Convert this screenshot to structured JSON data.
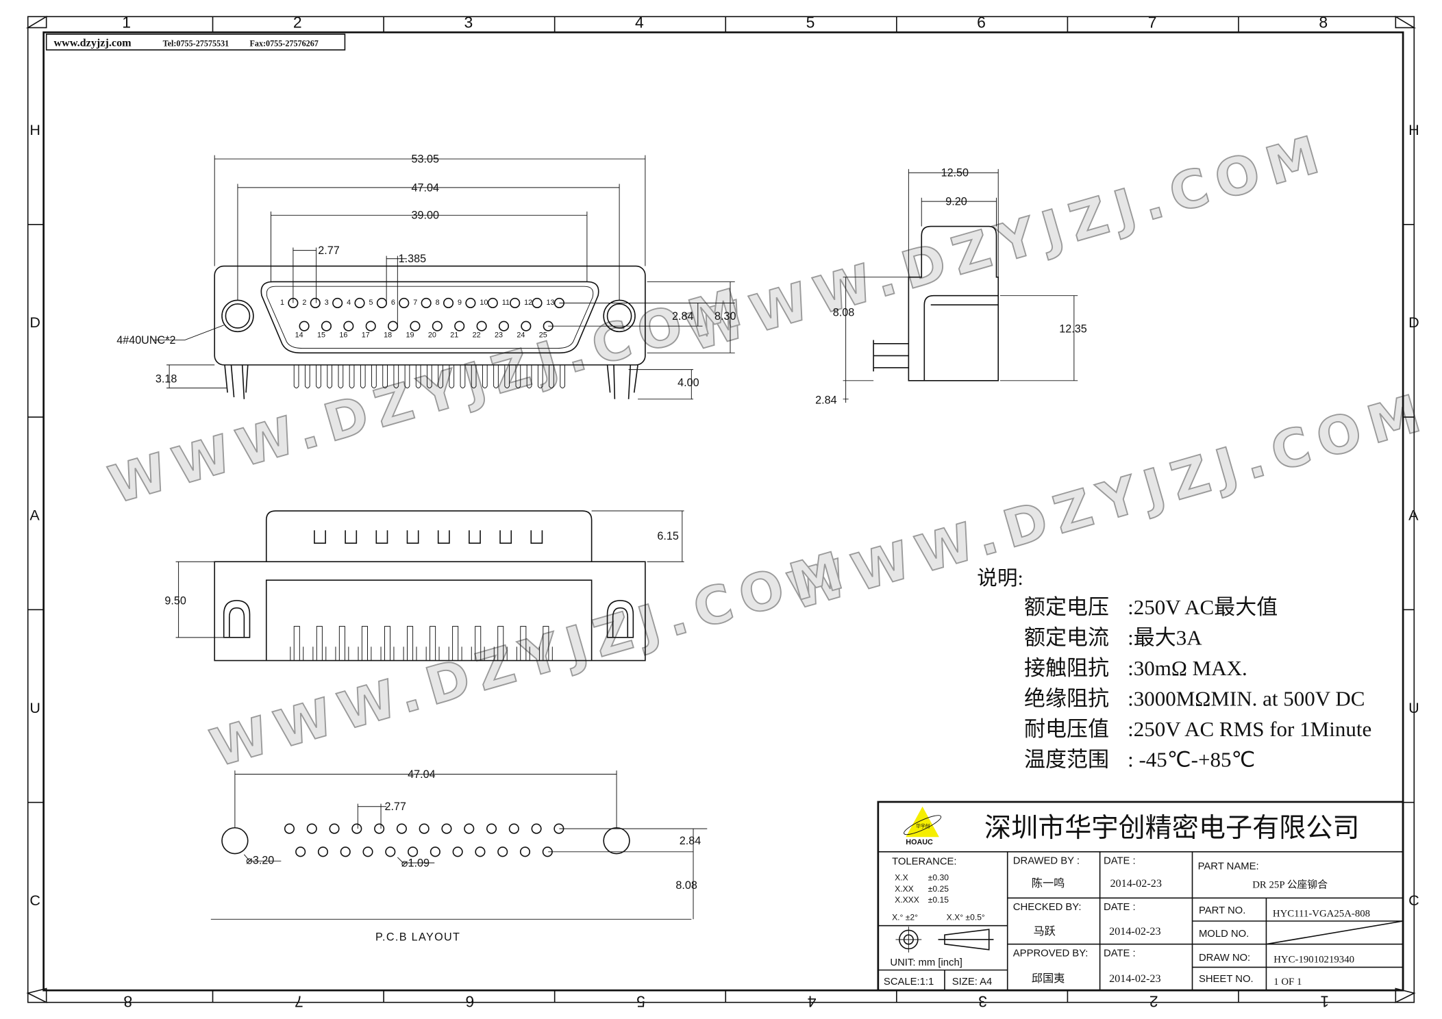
{
  "header": {
    "website": "www.dzyjzj.com",
    "tel": "Tel:0755-27575531",
    "fax": "Fax:0755-27576267"
  },
  "frame": {
    "columns": [
      "1",
      "2",
      "3",
      "4",
      "5",
      "6",
      "7",
      "8"
    ],
    "rows": [
      "H",
      "D",
      "A",
      "U",
      "C"
    ]
  },
  "watermark": "WWW.DZYJZJ.COM",
  "front_view": {
    "dims": {
      "overall": "53.05",
      "mount": "47.04",
      "shell": "39.00",
      "pitch": "2.77",
      "offset": "1.385",
      "row_gap": "2.84",
      "height": "8.30",
      "screw": "4#40UNC*2",
      "tail_left": "3.18",
      "tail_right": "4.00"
    },
    "pins_row1": [
      "1",
      "2",
      "3",
      "4",
      "5",
      "6",
      "7",
      "8",
      "9",
      "10",
      "11",
      "12",
      "13"
    ],
    "pins_row2": [
      "14",
      "15",
      "16",
      "17",
      "18",
      "19",
      "20",
      "21",
      "22",
      "23",
      "24",
      "25"
    ]
  },
  "side_view": {
    "dims": {
      "width": "12.50",
      "inner": "9.20",
      "depth": "8.08",
      "height": "12.35",
      "pin": "2.84"
    }
  },
  "top_view": {
    "dims": {
      "shell": "6.15",
      "body": "9.50"
    }
  },
  "pcb": {
    "title": "P.C.B LAYOUT",
    "dims": {
      "mount": "47.04",
      "pitch": "2.77",
      "row_gap": "2.84",
      "depth": "8.08",
      "mount_hole": "⌀3.20",
      "pin_hole": "⌀1.09"
    }
  },
  "notes": {
    "title": "说明:",
    "items": [
      {
        "label": "额定电压",
        "value": ":250V AC最大值"
      },
      {
        "label": "额定电流",
        "value": ":最大3A"
      },
      {
        "label": "接触阻抗",
        "value": ":30mΩ  MAX."
      },
      {
        "label": "绝缘阻抗",
        "value": ":3000MΩMIN. at 500V DC"
      },
      {
        "label": "耐电压值",
        "value": ":250V AC RMS for 1Minute"
      },
      {
        "label": "温度范围",
        "value": ": -45℃-+85℃"
      }
    ]
  },
  "title_block": {
    "logo_text": "HOAUC",
    "logo_mark": "华宇创",
    "logo_color": "#f5ee00",
    "company": "深圳市华宇创精密电子有限公司",
    "tolerance_label": "TOLERANCE:",
    "tolerances": [
      {
        "k": "X.X",
        "v": "±0.30"
      },
      {
        "k": "X.XX",
        "v": "±0.25"
      },
      {
        "k": "X.XXX",
        "v": "±0.15"
      }
    ],
    "angle1": "X.° ±2°",
    "angle2": "X.X° ±0.5°",
    "unit": "UNIT:  mm  [inch]",
    "scale": "SCALE:1:1",
    "size": "SIZE:  A4",
    "drawed_by_label": "DRAWED  BY :",
    "drawed_by": "陈一鸣",
    "checked_by_label": "CHECKED  BY:",
    "checked_by": "马跃",
    "approved_by_label": "APPROVED  BY:",
    "approved_by": "邱国夷",
    "date_label": "DATE  :",
    "date1": "2014-02-23",
    "date2": "2014-02-23",
    "date3": "2014-02-23",
    "part_name_label": "PART  NAME:",
    "part_name": "DR 25P 公座铆合",
    "part_no_label": "PART  NO.",
    "part_no": "HYC111-VGA25A-808",
    "mold_no_label": "MOLD  NO.",
    "draw_no_label": "DRAW  NO:",
    "draw_no": "HYC-19010219340",
    "sheet_no_label": "SHEET  NO.",
    "sheet_no": "1  OF  1"
  }
}
